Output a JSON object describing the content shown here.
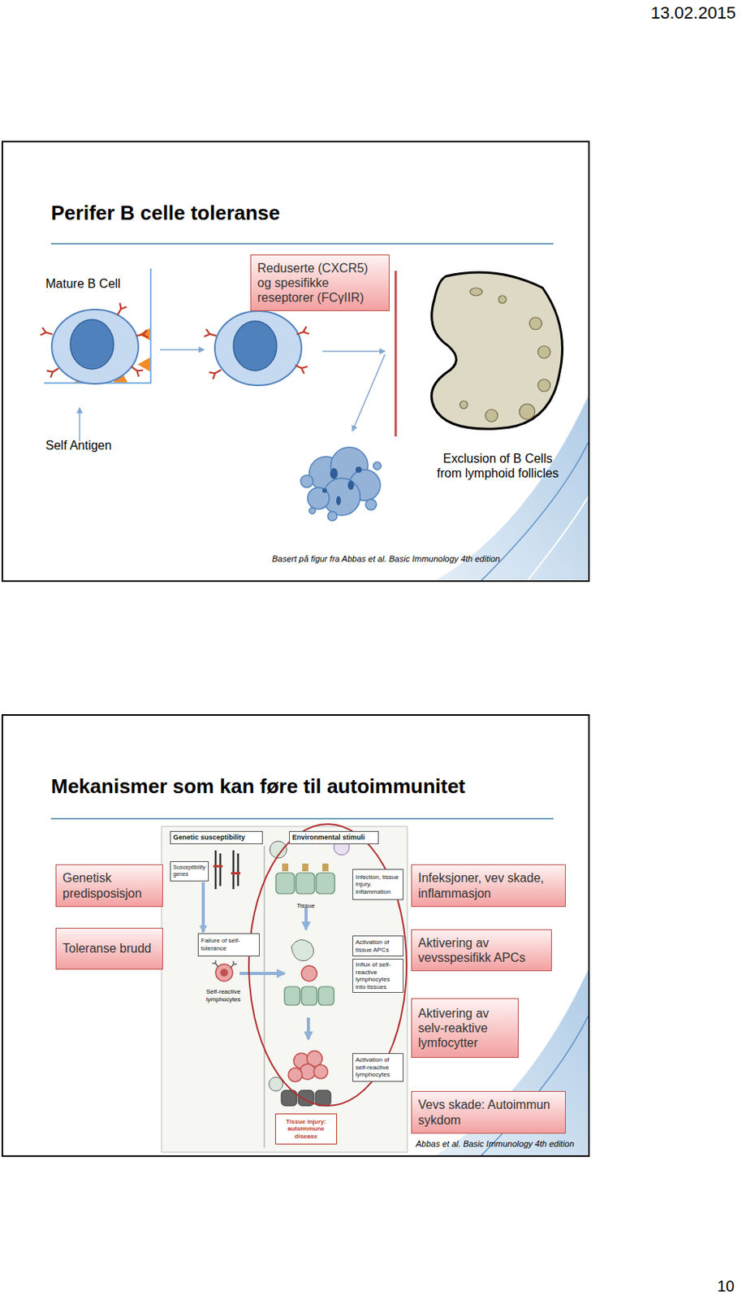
{
  "diagram": {
    "nodes": [
      {
        "text": [
          "Perifer B celle toleranse"
        ]
      },
      {
        "text": [
          "Reduserte (CXCR5) og spesifikke reseptorer (FCγIIR)"
        ],
        "in": 0
      },
      {
        "text": [
          "Mekanismer som kan føre til autoimmunitet"
        ]
      },
      {
        "text": [
          "Genetisk predisposisjon"
        ],
        "in": 2
      },
      {
        "text": [
          "Toleranse brudd"
        ],
        "in": 2
      },
      {
        "text": [
          "Infeksjoner, vev skade, inflammasjon"
        ],
        "in": 2
      },
      {
        "text": [
          "Aktivering av vevsspesifikk APCs"
        ],
        "in": 2
      },
      {
        "text": [
          "Aktivering av selv-reaktive lymfocytter"
        ],
        "in": 2
      },
      {
        "text": [
          "Vevs skade: Autoimmun sykdom"
        ],
        "in": 2
      },
      {
        "text": [
          "Genetic susceptibility"
        ],
        "in": 2
      },
      {
        "text": [
          "Environmental stimuli"
        ],
        "in": 2
      },
      {
        "text": [
          "Susceptibility genes"
        ],
        "in": 2
      },
      {
        "text": [
          "Failure of self-tolerance"
        ],
        "in": 2
      },
      {
        "text": [
          "Infection, tissue injury, inflammation"
        ],
        "in": 2
      },
      {
        "text": [
          "Activation of tissue APCs"
        ],
        "in": 2
      },
      {
        "text": [
          "Influx of self-reactive lymphocytes into tissues"
        ],
        "in": 2
      },
      {
        "text": [
          "Activation of self-reactive lymphocytes"
        ],
        "in": 2
      },
      {
        "text": [
          "Tissue injury: autoimmune disease"
        ],
        "in": 2
      }
    ],
    "edges": [
      {
        "from": 11,
        "to": 12,
        "arrow": "to"
      }
    ],
    "labels": [
      "13.02.2015",
      "Mature B Cell",
      "Self Antigen",
      "Exclusion of B Cells from lymphoid follicles",
      "Basert på figur fra Abbas et al. Basic Immunology 4th edition",
      "Self-reactive lymphocytes",
      "Tissue",
      "Abbas et al. Basic Immunology 4th edition",
      "10"
    ]
  }
}
